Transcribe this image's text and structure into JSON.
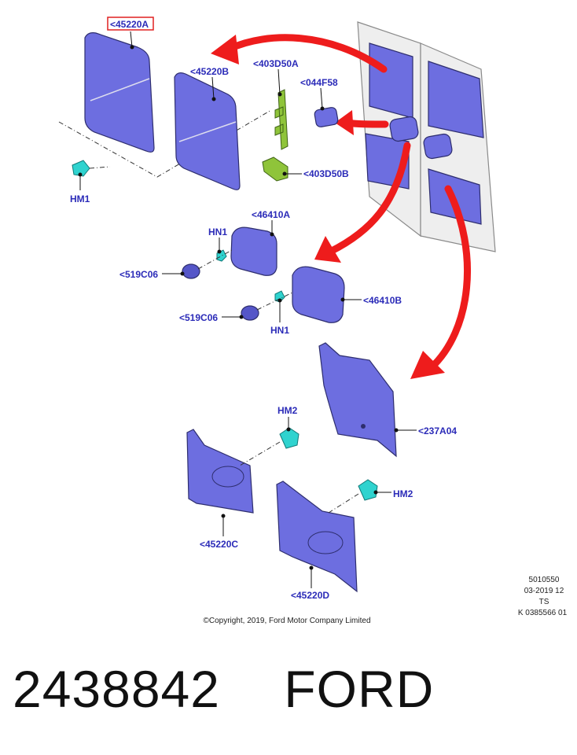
{
  "labels": {
    "l45220A": "<45220A",
    "l45220B": "<45220B",
    "l403D50A": "<403D50A",
    "l044F58": "<044F58",
    "l403D50B": "<403D50B",
    "lHM1": "HM1",
    "l46410A": "<46410A",
    "lHN1a": "HN1",
    "l519C06a": "<519C06",
    "l46410B": "<46410B",
    "l519C06b": "<519C06",
    "lHN1b": "HN1",
    "l237A04": "<237A04",
    "lHM2a": "HM2",
    "lHM2b": "HM2",
    "l45220C": "<45220C",
    "l45220D": "<45220D"
  },
  "meta": {
    "line1": "5010550",
    "line2": "03-2019 12",
    "line3": "TS",
    "line4": "K 0385566 01"
  },
  "copyright": "©Copyright, 2019, Ford Motor Company Limited",
  "footer": {
    "part_number": "2438842",
    "brand": "FORD"
  },
  "colors": {
    "panel": "#6d6ee0",
    "clip": "#2fd3cf",
    "bracket": "#8fc43a",
    "arrow": "#ee1c1c",
    "label": "#2b2bb8",
    "highlight_box": "#e02020"
  }
}
